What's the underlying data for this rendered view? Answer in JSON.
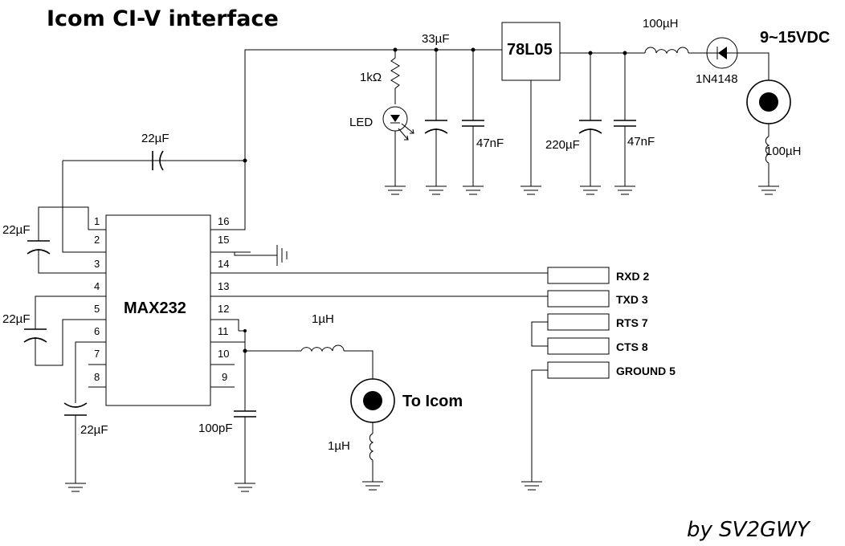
{
  "title": "Icom CI-V interface",
  "signature": "by SV2GWY",
  "ic": {
    "name": "MAX232",
    "left_pins": [
      "1",
      "2",
      "3",
      "4",
      "5",
      "6",
      "7",
      "8"
    ],
    "right_pins": [
      "16",
      "15",
      "14",
      "13",
      "12",
      "11",
      "10",
      "9"
    ]
  },
  "regulator": {
    "name": "78L05"
  },
  "power_input": "9~15VDC",
  "diode": "1N4148",
  "led": "LED",
  "resistor": "1kΩ",
  "capacitors": {
    "c_33uf": "33µF",
    "c_47nf_left": "47nF",
    "c_220uf": "220µF",
    "c_47nf_right": "47nF",
    "c_22uf_top": "22µF",
    "c_22uf_left_upper": "22µF",
    "c_22uf_left_lower": "22µF",
    "c_22uf_bottom": "22µF",
    "c_100pf": "100pF"
  },
  "inductors": {
    "l_100uh_top": "100µH",
    "l_100uh_right": "100µH",
    "l_1uh_top": "1µH",
    "l_1uh_bottom": "1µH"
  },
  "to_icom": "To Icom",
  "db9_pins": [
    "RXD 2",
    "TXD 3",
    "RTS 7",
    "CTS 8",
    "GROUND 5"
  ]
}
